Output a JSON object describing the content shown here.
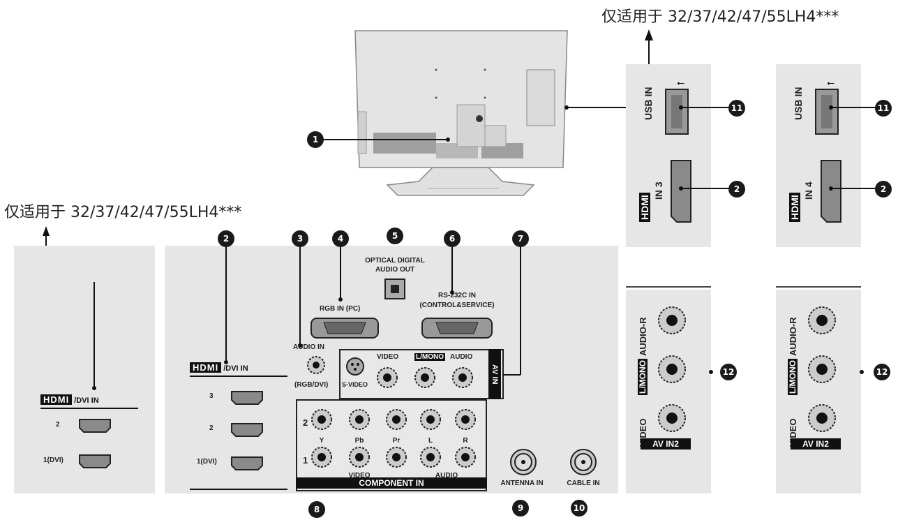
{
  "notes": {
    "top_right": "仅适用于 32/37/42/47/55LH4***",
    "left": "仅适用于 32/37/42/47/55LH4***"
  },
  "labels": {
    "hdmi_logo": "HDMI",
    "dvi_in": "/DVI IN",
    "hdmi_port_3": "3",
    "hdmi_port_2": "2",
    "hdmi_port_1": "1(DVI)",
    "audio_in": "AUDIO IN",
    "rgb_dvi": "(RGB/DVI)",
    "rgb_in": "RGB IN (PC)",
    "optical_line1": "OPTICAL DIGITAL",
    "optical_line2": "AUDIO OUT",
    "rs232_line1": "RS-232C IN",
    "rs232_line2": "(CONTROL&SERVICE)",
    "s_video": "S-VIDEO",
    "video": "VIDEO",
    "mono": "L/MONO",
    "audio": "AUDIO",
    "av_in": "AV IN",
    "comp_row2": "2",
    "comp_row1": "1",
    "y": "Y",
    "pb": "Pb",
    "pr": "Pr",
    "l": "L",
    "r": "R",
    "component_in": "COMPONENT IN",
    "antenna_in": "ANTENNA IN",
    "cable_in": "CABLE IN",
    "usb_in": "USB IN",
    "in3": "IN 3",
    "in4": "IN 4",
    "audio_r": "AUDIO-R",
    "l_mono": "L/MONO",
    "av_in2": "AV IN2"
  },
  "callouts": [
    "1",
    "2",
    "3",
    "4",
    "5",
    "6",
    "7",
    "8",
    "9",
    "10",
    "11",
    "12"
  ]
}
